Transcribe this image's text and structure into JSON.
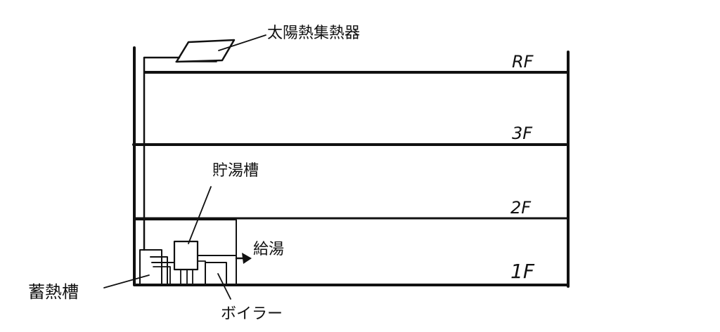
{
  "diagram": {
    "floors": [
      "RF",
      "3F",
      "2F",
      "1F"
    ],
    "labels": {
      "collector": "太陽熱集熱器",
      "storage_tank": "貯湯槽",
      "hot_water_supply": "給湯",
      "heat_storage_tank": "蓄熱槽",
      "boiler": "ボイラー"
    },
    "colors": {
      "line": "#111111",
      "background": "#ffffff"
    }
  }
}
